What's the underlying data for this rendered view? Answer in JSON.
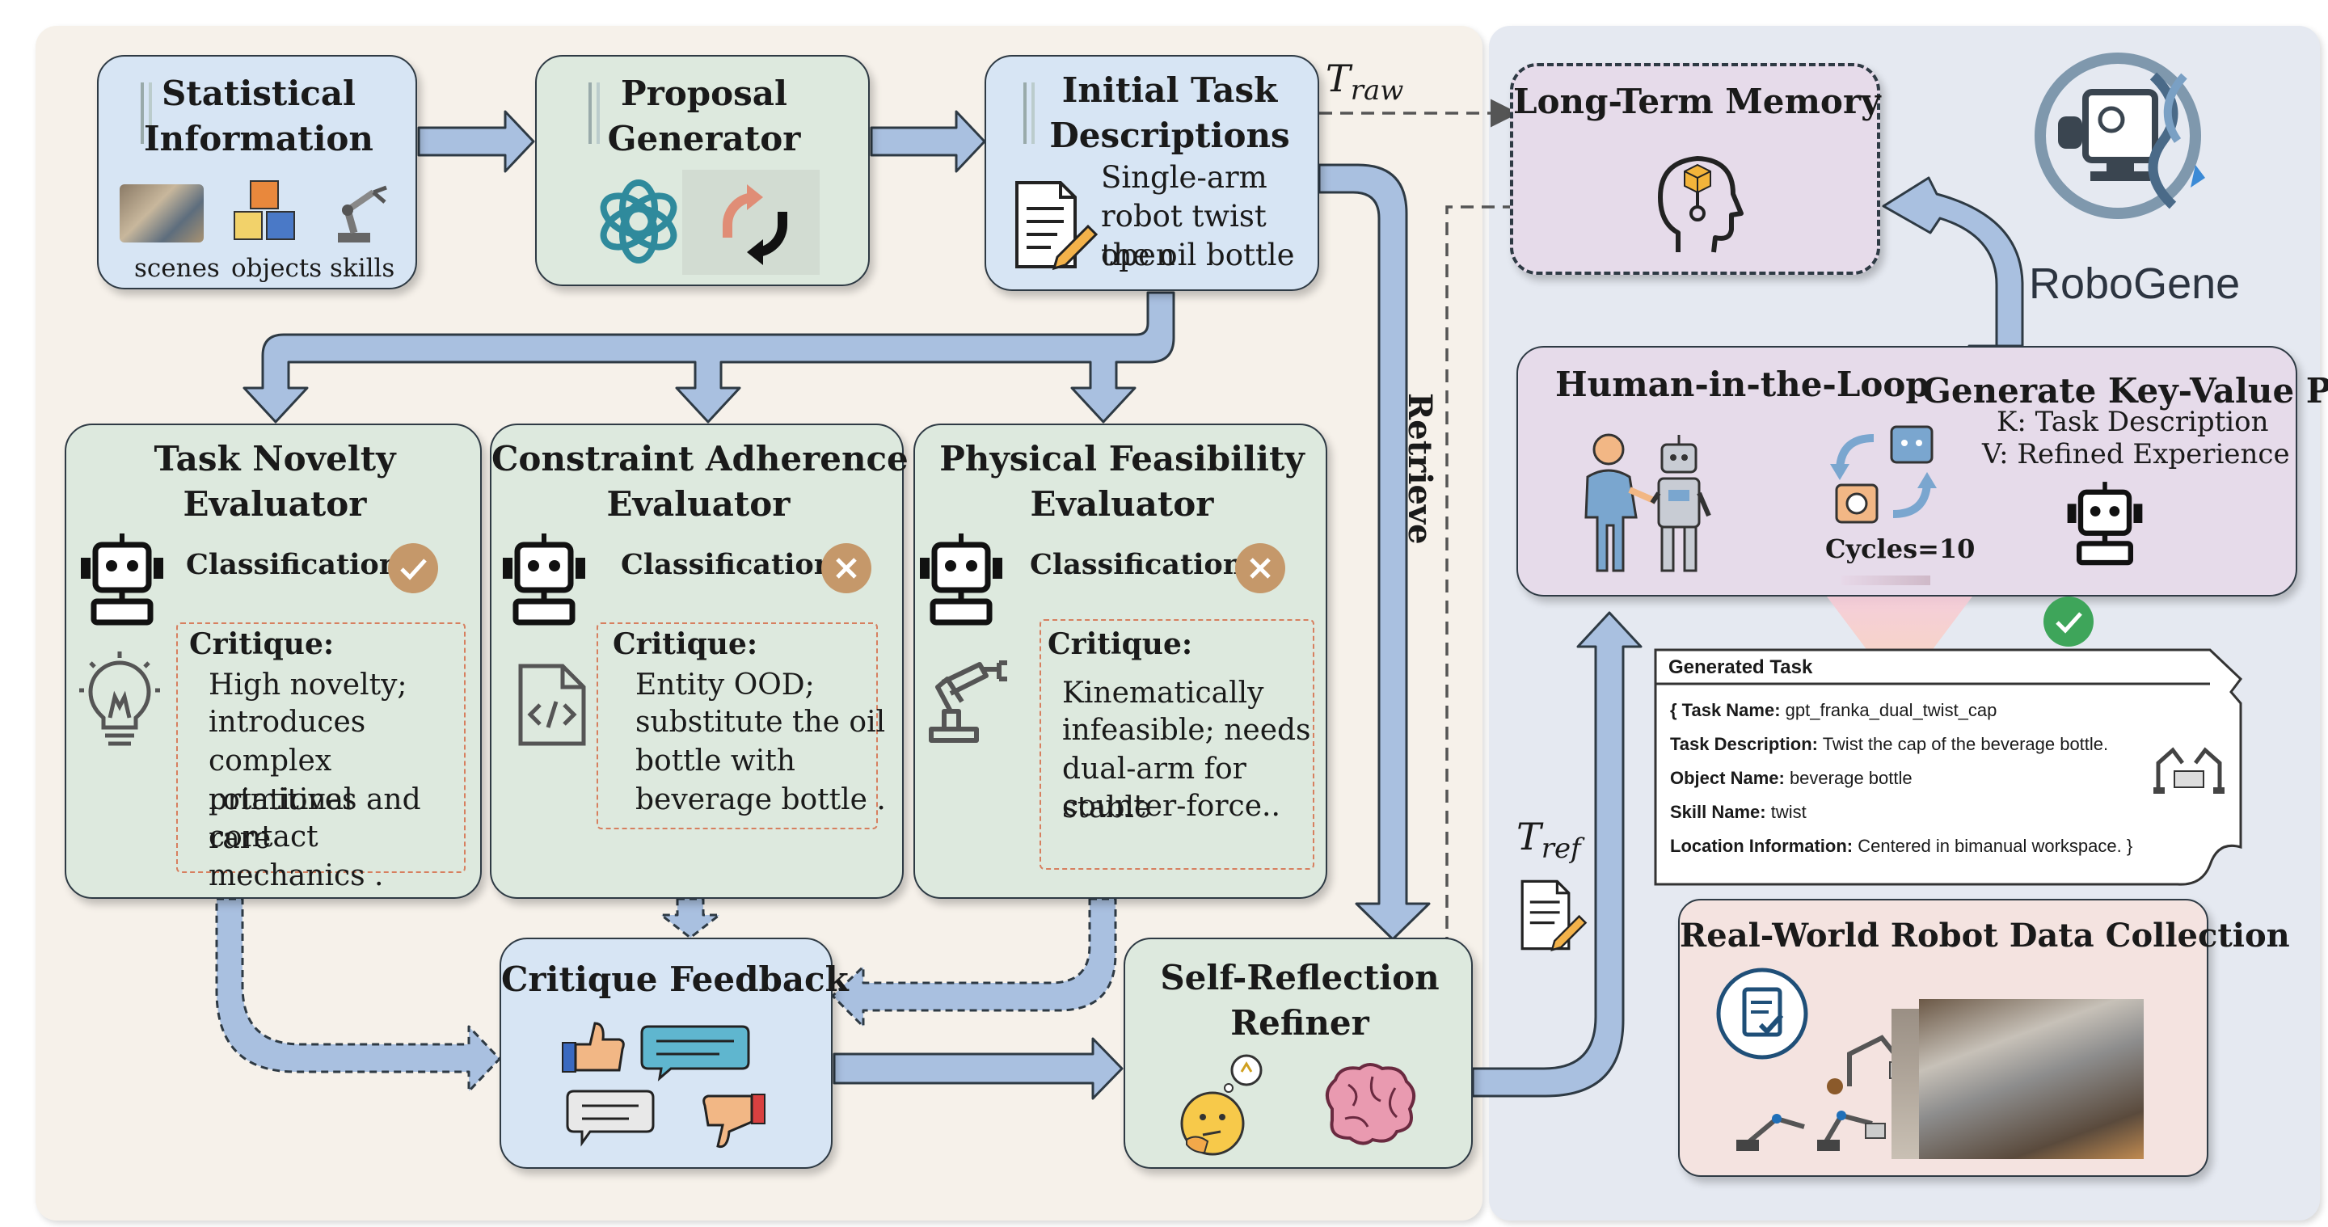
{
  "colors": {
    "left_panel_bg": "#f6f1ea",
    "right_panel_bg": "#e5e9f1",
    "blue_box": "#d7e5f4",
    "green_box": "#dde9de",
    "purple_box": "#e6dbea",
    "arrow_fill": "#a9c0e0",
    "badge_brown": "#c5986a",
    "badge_green": "#3ea55a",
    "critique_border": "#d77f5f"
  },
  "statistical": {
    "title_line1": "Statistical",
    "title_line2": "Information",
    "labels": [
      "scenes",
      "objects",
      "skills"
    ]
  },
  "proposal": {
    "title_line1": "Proposal",
    "title_line2": "Generator"
  },
  "initial": {
    "title_line1": "Initial Task",
    "title_line2": "Descriptions",
    "text": [
      "Single-arm",
      "robot twist open",
      "the oil bottle"
    ]
  },
  "labels": {
    "t_raw": "T",
    "t_raw_sub": "raw",
    "t_ref": "T",
    "t_ref_sub": "ref",
    "retrieve": "Retrieve"
  },
  "evaluators": [
    {
      "title_line1": "Task Novelty",
      "title_line2": "Evaluator",
      "classification": "Classification:",
      "result_icon": "check",
      "critique_title": "Critique:",
      "critique": [
        "High novelty;",
        "introduces",
        "complex rotational",
        "primitives and rare",
        "contact mechanics ."
      ],
      "side_icon": "lightbulb-icon"
    },
    {
      "title_line1": "Constraint Adherence",
      "title_line2": "Evaluator",
      "classification": "Classification:",
      "result_icon": "cross",
      "critique_title": "Critique:",
      "critique": [
        "Entity OOD;",
        "substitute the oil",
        "bottle with",
        "beverage bottle ."
      ],
      "side_icon": "code-file-icon"
    },
    {
      "title_line1": "Physical Feasibility",
      "title_line2": "Evaluator",
      "classification": "Classification:",
      "result_icon": "cross",
      "critique_title": "Critique:",
      "critique": [
        "Kinematically",
        "infeasible; needs",
        "dual-arm for stable",
        "counter-force.."
      ],
      "side_icon": "robot-arm-icon"
    }
  ],
  "critique_feedback": {
    "title": "Critique Feedback"
  },
  "refiner": {
    "title_line1": "Self-Reflection",
    "title_line2": "Refiner"
  },
  "memory": {
    "title": "Long-Term Memory"
  },
  "logo": {
    "text": "RoboGene"
  },
  "hitl": {
    "title": "Human-in-the-Loop",
    "cycles": "Cycles=10",
    "kv_title": "Generate Key-Value Pair",
    "k_line": "K: Task Description",
    "v_line": "V: Refined Experience"
  },
  "generated": {
    "header": "Generated Task",
    "rows": [
      {
        "key": "{ Task Name:",
        "value": " gpt_franka_dual_twist_cap"
      },
      {
        "key": "Task Description:",
        "value": " Twist the cap of the beverage bottle."
      },
      {
        "key": "Object Name:",
        "value": " beverage bottle"
      },
      {
        "key": "Skill Name:",
        "value": " twist"
      },
      {
        "key": "Location Information:",
        "value": " Centered in bimanual workspace. }"
      }
    ]
  },
  "realworld": {
    "title": "Real-World Robot Data Collection"
  }
}
